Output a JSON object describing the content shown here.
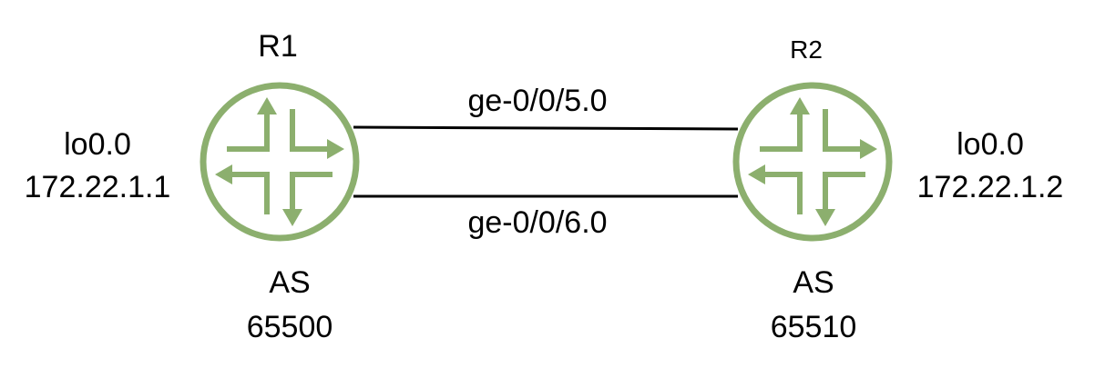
{
  "routers": [
    {
      "name": "R1",
      "interface": "lo0.0",
      "address": "172.22.1.1",
      "as_label": "AS",
      "as_number": "65500",
      "icon": "juniper-router-icon"
    },
    {
      "name": "R2",
      "interface": "lo0.0",
      "address": "172.22.1.2",
      "as_label": "AS",
      "as_number": "65510",
      "icon": "juniper-router-icon"
    }
  ],
  "links": [
    {
      "interface": "ge-0/0/5.0"
    },
    {
      "interface": "ge-0/0/6.0"
    }
  ],
  "colors": {
    "router_stroke": "#8caf6e",
    "link": "#000000",
    "text": "#000000"
  }
}
